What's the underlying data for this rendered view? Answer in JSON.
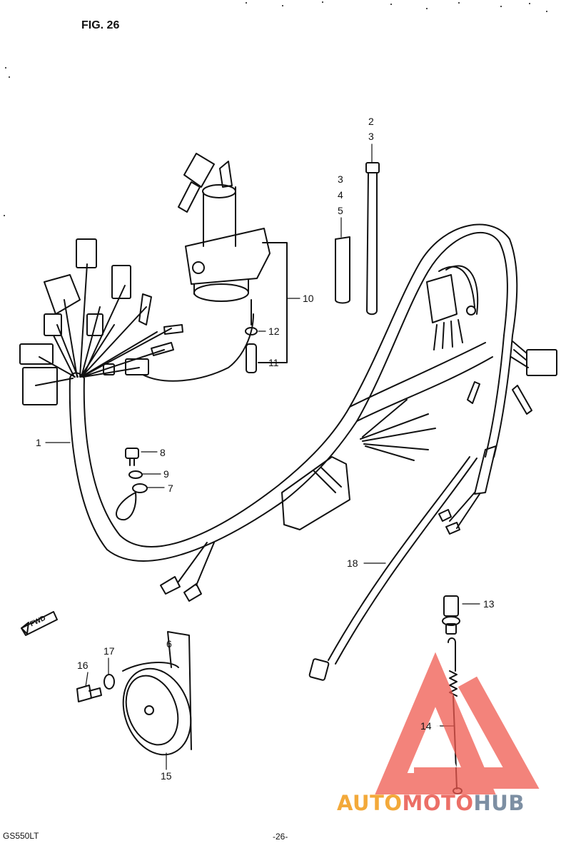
{
  "figure": {
    "title": "FIG. 26"
  },
  "callouts": [
    "1",
    "2",
    "3",
    "3",
    "4",
    "5",
    "6",
    "7",
    "8",
    "9",
    "10",
    "11",
    "12",
    "13",
    "14",
    "15",
    "16",
    "17",
    "18"
  ],
  "footer": {
    "model": "GS550LT",
    "page": "-26-"
  },
  "forward_mark": "FWD",
  "watermark": {
    "part1": "AUTO",
    "part2": "MOTO",
    "part3": "HUB",
    "colors": {
      "auto": "#f3a93a",
      "moto": "#ec6f67",
      "hub": "#7d8fa3",
      "logo": "#ef5a50"
    }
  }
}
